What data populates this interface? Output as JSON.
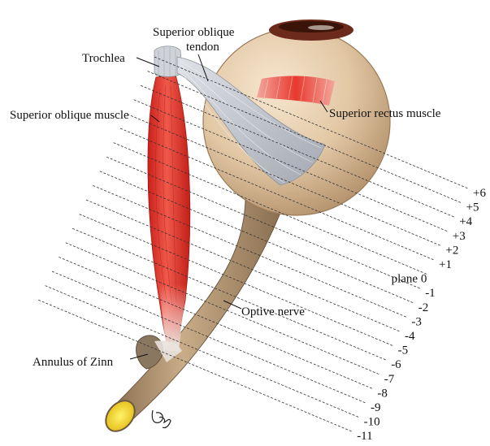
{
  "labels": {
    "superior_oblique_tendon_line1": "Superior oblique",
    "superior_oblique_tendon_line2": "tendon",
    "trochlea": "Trochlea",
    "superior_rectus_muscle": "Superior rectus muscle",
    "superior_oblique_muscle": "Superior oblique muscle",
    "optive_nerve": "Optive nerve",
    "annulus_of_zinn": "Annulus of Zinn"
  },
  "planes": [
    "+6",
    "+5",
    "+4",
    "+3",
    "+2",
    "+1",
    "plane 0",
    "-1",
    "-2",
    "-3",
    "-4",
    "-5",
    "-6",
    "-7",
    "-8",
    "-9",
    "-10",
    "-11"
  ],
  "colors": {
    "eyeball": "#e7cfae",
    "eyeball_shadow": "#b89670",
    "nerve": "#b89c7a",
    "muscle": "#e8392f",
    "tendon": "#c3c7ce",
    "annulus": "#8a7760",
    "iris": "#6b2a1c"
  },
  "signature_icon": "artist-signature"
}
